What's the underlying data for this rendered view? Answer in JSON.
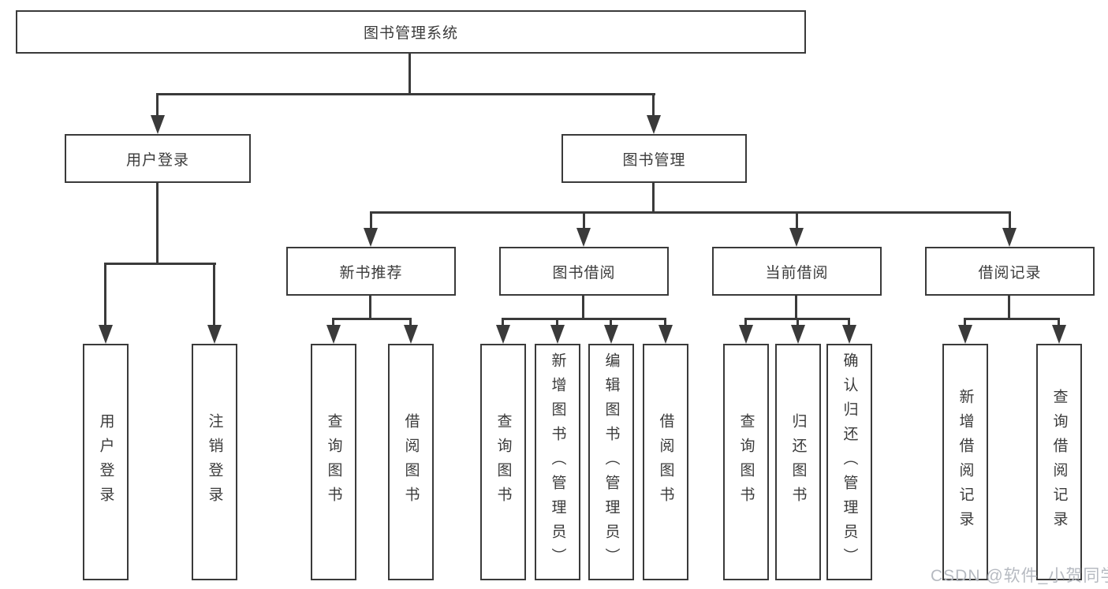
{
  "title": "图书管理系统",
  "tree": {
    "root": "图书管理系统",
    "branches": {
      "user_login": {
        "label": "用户登录",
        "leaves": [
          "用户登录",
          "注销登录"
        ]
      },
      "book_mgmt": {
        "label": "图书管理",
        "sections": {
          "new_book": {
            "label": "新书推荐",
            "leaves": [
              "查询图书",
              "借阅图书"
            ]
          },
          "book_borrow": {
            "label": "图书借阅",
            "leaves": [
              "查询图书",
              "新增图书（管理员）",
              "编辑图书（管理员）",
              "借阅图书"
            ]
          },
          "current_borrow": {
            "label": "当前借阅",
            "leaves": [
              "查询图书",
              "归还图书",
              "确认归还（管理员）"
            ]
          },
          "borrow_record": {
            "label": "借阅记录",
            "leaves": [
              "新增借阅记录",
              "查询借阅记录"
            ]
          }
        }
      }
    }
  },
  "watermark": "CSDN @软件_小贺同学",
  "colors": {
    "line": "#3a3a3a",
    "text": "#3b3b3b",
    "watermark": "#b6bac1",
    "background": "#ffffff"
  }
}
